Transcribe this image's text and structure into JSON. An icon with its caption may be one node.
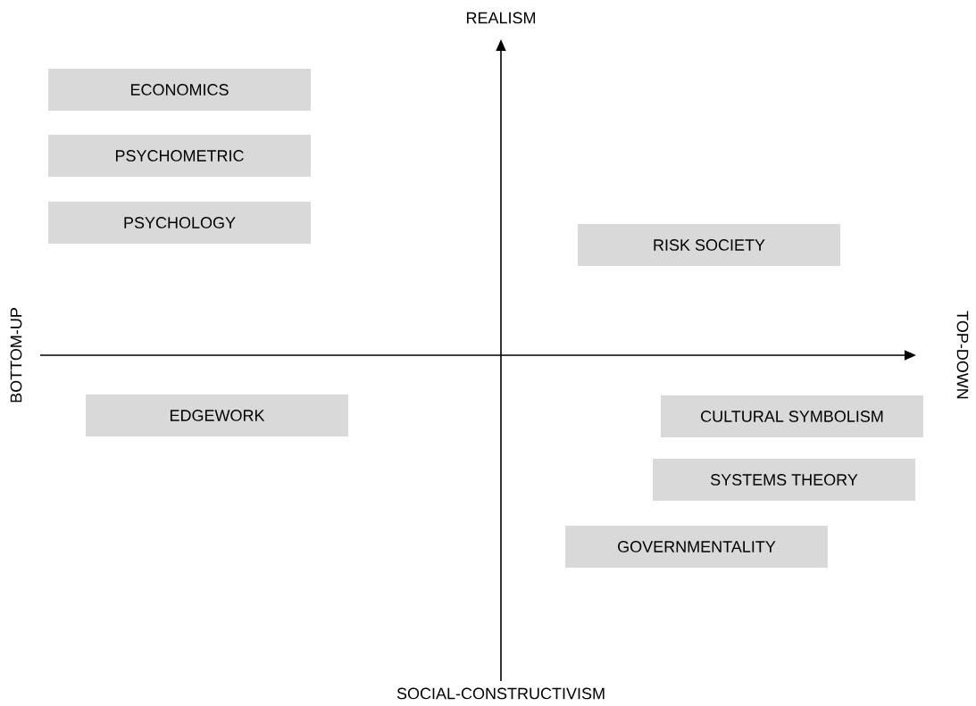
{
  "diagram": {
    "nodes": [
      {
        "text": [
          "ECONOMICS"
        ]
      },
      {
        "text": [
          "PSYCHOMETRIC"
        ]
      },
      {
        "text": [
          "PSYCHOLOGY"
        ]
      },
      {
        "text": [
          "RISK SOCIETY"
        ]
      },
      {
        "text": [
          "EDGEWORK"
        ]
      },
      {
        "text": [
          "CULTURAL SYMBOLISM"
        ]
      },
      {
        "text": [
          "SYSTEMS  THEORY"
        ]
      },
      {
        "text": [
          "GOVERNMENTALITY"
        ]
      }
    ],
    "labels": [
      "REALISM",
      "BOTTOM-UP",
      "TOP-DOWN",
      "SOCIAL-CONSTRUCTIVISM"
    ]
  }
}
